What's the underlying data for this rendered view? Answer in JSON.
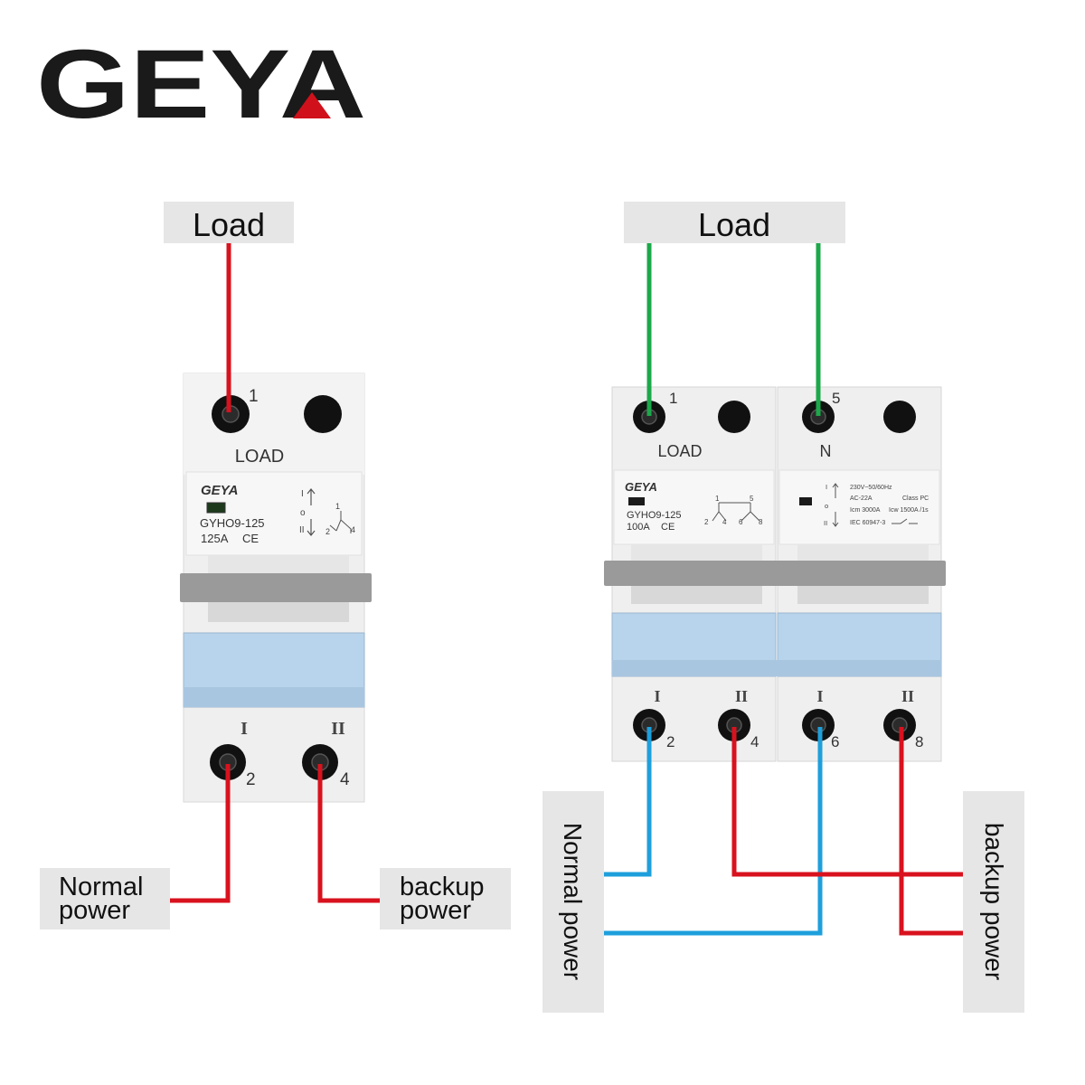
{
  "brand": {
    "logo_text": "GEYA",
    "accent_color": "#d0111b",
    "logo_color": "#1a1a1a"
  },
  "colors": {
    "phase_wire": "#d8121e",
    "neutral_load_wire": "#1ca84a",
    "normal_power_wire": "#1e9fdc",
    "label_background": "#e6e6e6",
    "window_blue": "#b8d4ec",
    "handle_grey": "#9a9a9a"
  },
  "left_diagram": {
    "load_label": "Load",
    "normal_power_label": "Normal\npower",
    "backup_power_label": "backup\npower",
    "device": {
      "top_terminal_number": "1",
      "top_caption": "LOAD",
      "brand": "GEYA",
      "model": "GYHO9-125",
      "rating": "125A",
      "ce_mark": "CE",
      "switch_positions": [
        "I",
        "o",
        "II"
      ],
      "bottom_markers": [
        "I",
        "II"
      ],
      "bottom_terminal_numbers": [
        "2",
        "4"
      ],
      "schematic_numbers": [
        "1",
        "2",
        "4"
      ]
    }
  },
  "right_diagram": {
    "load_label": "Load",
    "normal_power_label": "Normal power",
    "backup_power_label": "backup power",
    "device": {
      "top_terminal_numbers": [
        "1",
        "5"
      ],
      "top_captions": [
        "LOAD",
        "N"
      ],
      "brand": "GEYA",
      "model": "GYHO9-125",
      "rating": "100A",
      "ce_mark": "CE",
      "schematic_numbers": [
        "1",
        "5",
        "2",
        "4",
        "6",
        "8"
      ],
      "spec_lines": [
        "230V~50/60Hz",
        "AC-22A",
        "Class PC",
        "Icm 3000A",
        "Icw 1500A /1s",
        "IEC 60947-3"
      ],
      "switch_positions": [
        "I",
        "o",
        "II"
      ],
      "bottom_markers": [
        "I",
        "II",
        "I",
        "II"
      ],
      "bottom_terminal_numbers": [
        "2",
        "4",
        "6",
        "8"
      ]
    }
  }
}
